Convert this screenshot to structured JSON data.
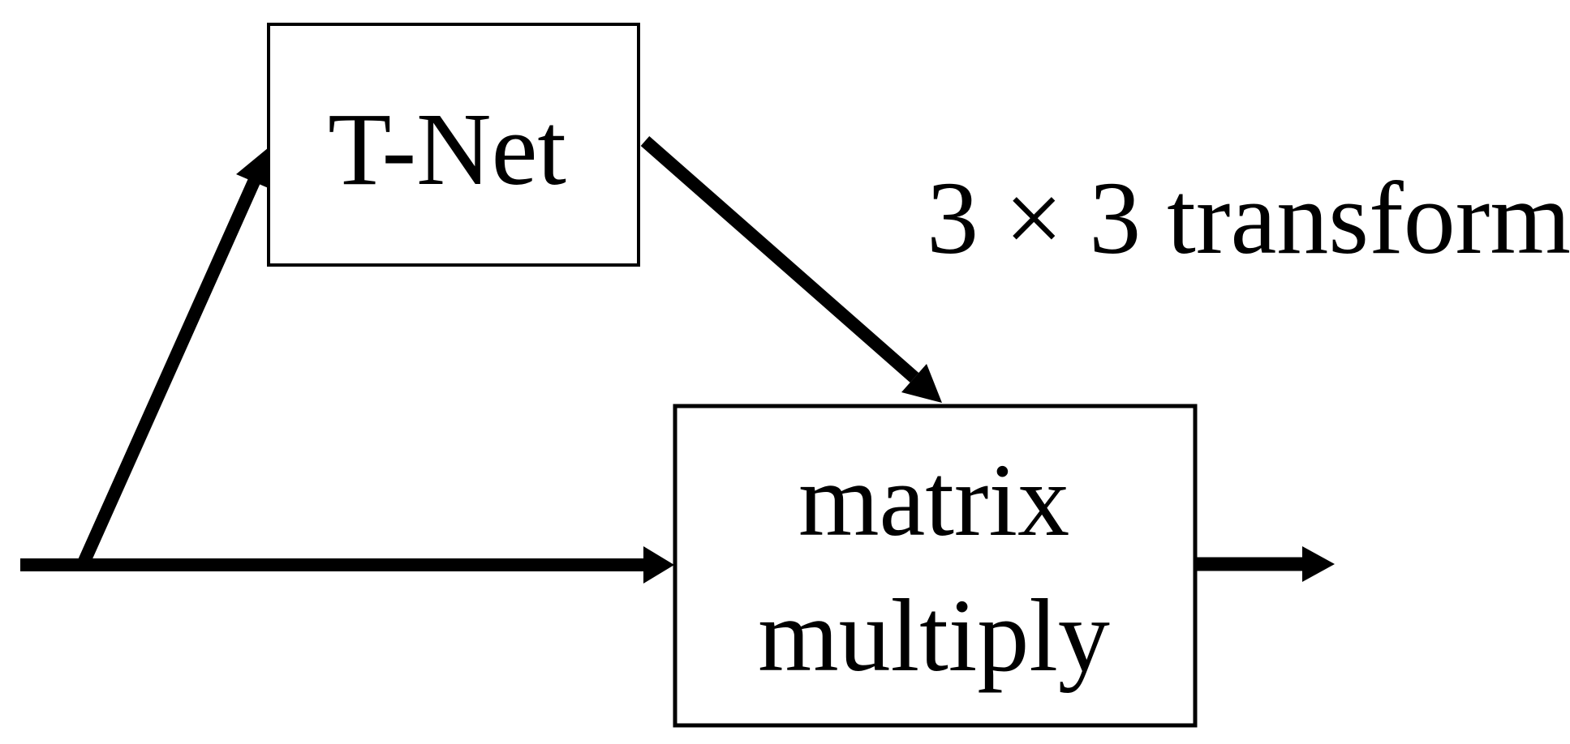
{
  "page": {
    "background_color": "#ffffff",
    "ink_color": "#000000"
  },
  "diagram": {
    "nodes": {
      "tnet": {
        "label": "T-Net"
      },
      "matrix_multiply": {
        "label": "matrix multiply",
        "label_lines": [
          "matrix",
          "multiply"
        ]
      }
    },
    "annotations": {
      "transform_label": "3 × 3 transform"
    },
    "arrows": [
      {
        "name": "input-arrow",
        "from": "input",
        "to": "matrix-multiply-box"
      },
      {
        "name": "input-to-tnet-arrow",
        "from": "input-line",
        "to": "tnet-box"
      },
      {
        "name": "tnet-to-matrix-arrow",
        "from": "tnet-box",
        "to": "matrix-multiply-box"
      },
      {
        "name": "output-arrow",
        "from": "matrix-multiply-box",
        "to": "output"
      }
    ]
  }
}
